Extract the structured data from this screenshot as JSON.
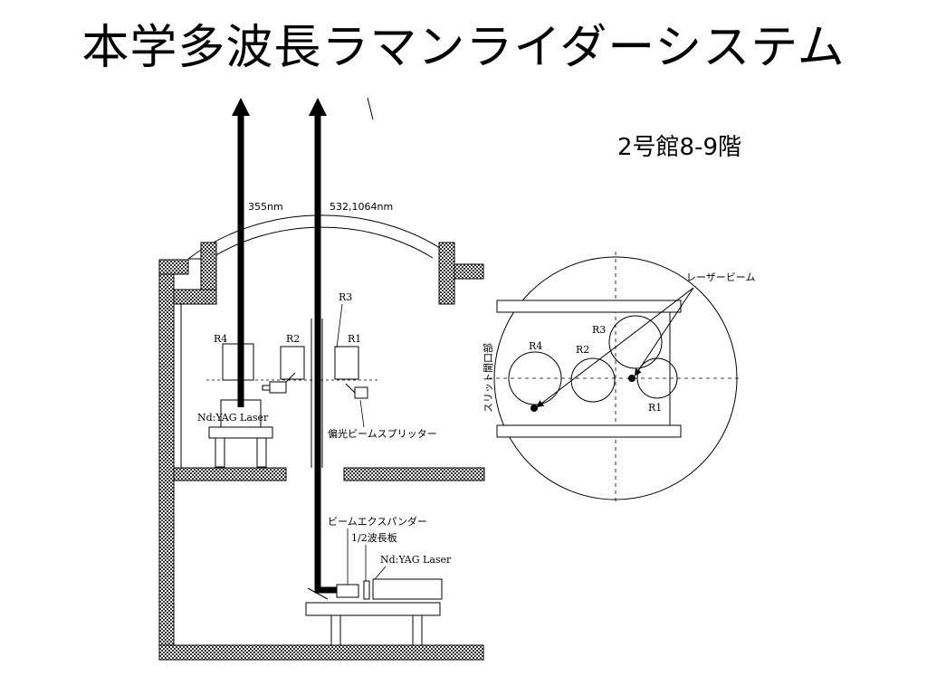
{
  "slide": {
    "title": "本学多波長ラマンライダーシステム",
    "location": "2号館8-9階"
  },
  "diagram": {
    "beams": {
      "uv": "355nm",
      "vis_ir": "532,1064nm"
    },
    "receivers": {
      "r1": "R1",
      "r2": "R2",
      "r3": "R3",
      "r4": "R4"
    },
    "components": {
      "laser_upper": "Nd:YAG Laser",
      "laser_lower": "Nd:YAG Laser",
      "polarizing_beam_splitter": "偏光ビームスプリッター",
      "beam_expander": "ビームエクスパンダー",
      "half_wave_plate": "1/2波長板"
    },
    "top_view": {
      "laser_beam": "レーザービーム",
      "slit_opening": "スリット開口部",
      "r1": "R1",
      "r2": "R2",
      "r3": "R3",
      "r4": "R4"
    }
  }
}
